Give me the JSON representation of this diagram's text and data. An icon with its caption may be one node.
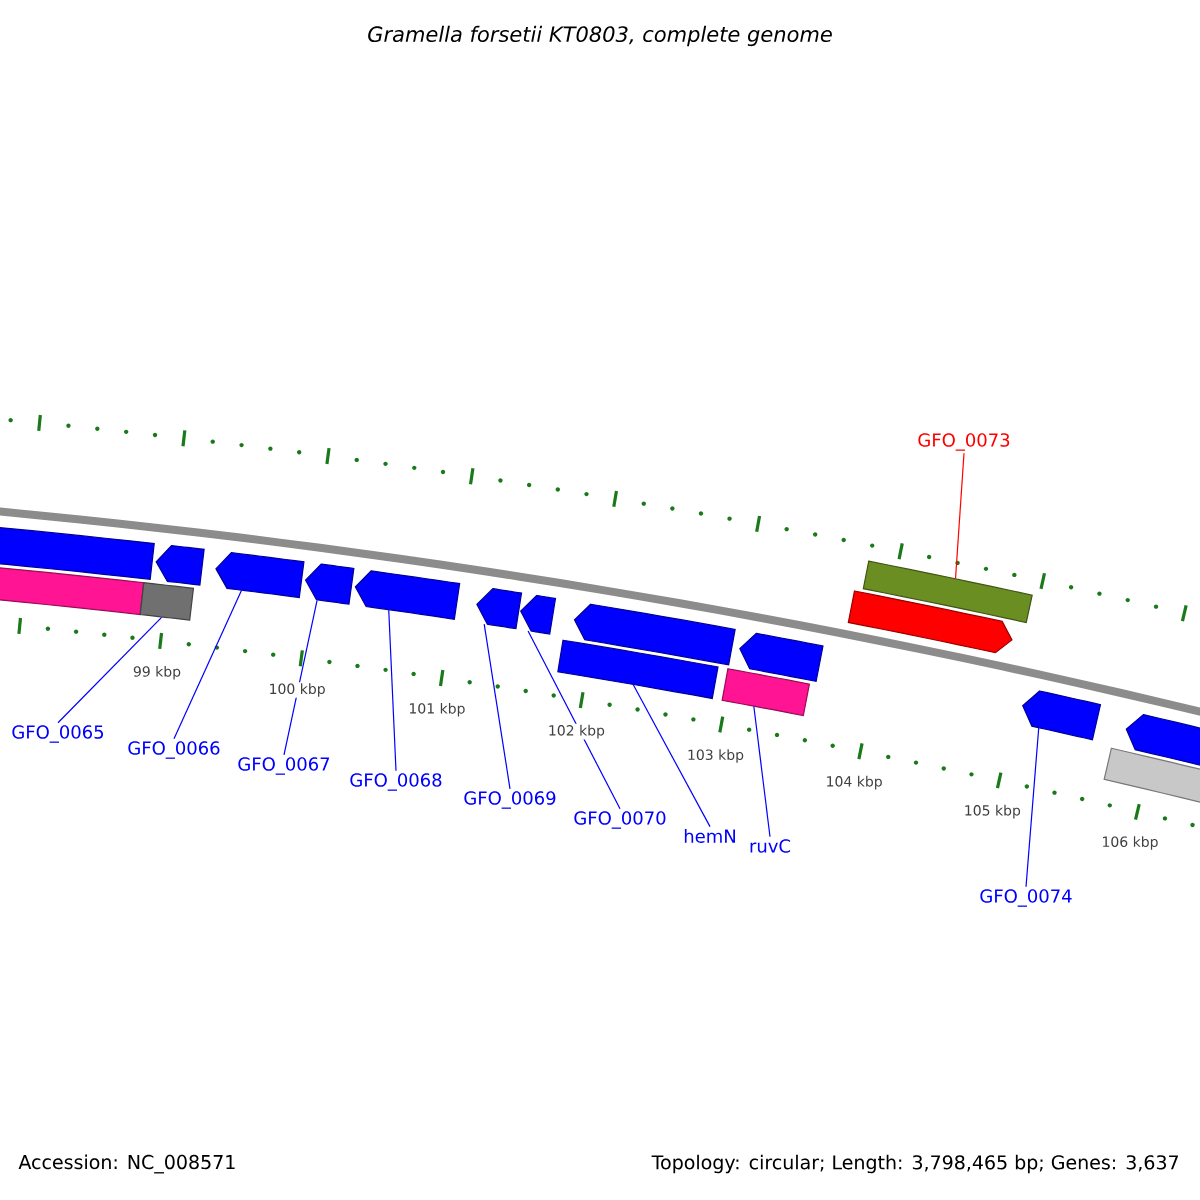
{
  "diagram": {
    "title": "Gramella forsetii KT0803, complete genome",
    "nodes": [
      {
        "text": [
          "GFO_0065"
        ]
      },
      {
        "text": [
          "GFO_0066"
        ]
      },
      {
        "text": [
          "GFO_0067"
        ]
      },
      {
        "text": [
          "GFO_0068"
        ]
      },
      {
        "text": [
          "GFO_0069"
        ]
      },
      {
        "text": [
          "GFO_0070"
        ]
      },
      {
        "text": [
          "hemN"
        ]
      },
      {
        "text": [
          "ruvC"
        ]
      },
      {
        "text": [
          "GFO_0073"
        ]
      },
      {
        "text": [
          "GFO_0074"
        ]
      },
      {
        "text": [],
        "shape": "bar"
      },
      {
        "text": [],
        "shape": "bar"
      },
      {
        "text": [],
        "shape": "bar"
      },
      {
        "text": [],
        "shape": "pentagon"
      },
      {
        "text": [],
        "shape": "pentagon"
      },
      {
        "text": [],
        "shape": "pentagon"
      },
      {
        "text": [],
        "shape": "pentagon"
      },
      {
        "text": [],
        "shape": "pentagon"
      },
      {
        "text": [],
        "shape": "pentagon"
      },
      {
        "text": [],
        "shape": "bar"
      },
      {
        "text": [],
        "shape": "pentagon"
      },
      {
        "text": [],
        "shape": "bar"
      },
      {
        "text": [],
        "shape": "pentagon"
      },
      {
        "text": [],
        "shape": "pentagon"
      },
      {
        "text": [],
        "shape": "bar"
      },
      {
        "text": [],
        "shape": "pentagon"
      },
      {
        "text": [],
        "shape": "bar"
      },
      {
        "text": [],
        "shape": "pentagon"
      }
    ],
    "edges": [
      {
        "from": 0,
        "to": 12,
        "arrow": "none"
      },
      {
        "from": 1,
        "to": 14,
        "arrow": "none"
      },
      {
        "from": 2,
        "to": 15,
        "arrow": "none"
      },
      {
        "from": 3,
        "to": 16,
        "arrow": "none"
      },
      {
        "from": 4,
        "to": 17,
        "arrow": "none"
      },
      {
        "from": 5,
        "to": 18,
        "arrow": "none"
      },
      {
        "from": 6,
        "to": 19,
        "arrow": "none"
      },
      {
        "from": 7,
        "to": 21,
        "arrow": "none"
      },
      {
        "from": 8,
        "to": 24,
        "arrow": "none",
        "color": "#ff0000"
      },
      {
        "from": 9,
        "to": 25,
        "arrow": "none"
      }
    ],
    "labels": [
      "99 kbp",
      "100 kbp",
      "101 kbp",
      "102 kbp",
      "103 kbp",
      "104 kbp",
      "105 kbp",
      "106 kbp",
      "Accession: NC_008571",
      "Topology: circular; Length: 3,798,465 bp; Genes: 3,637"
    ]
  }
}
